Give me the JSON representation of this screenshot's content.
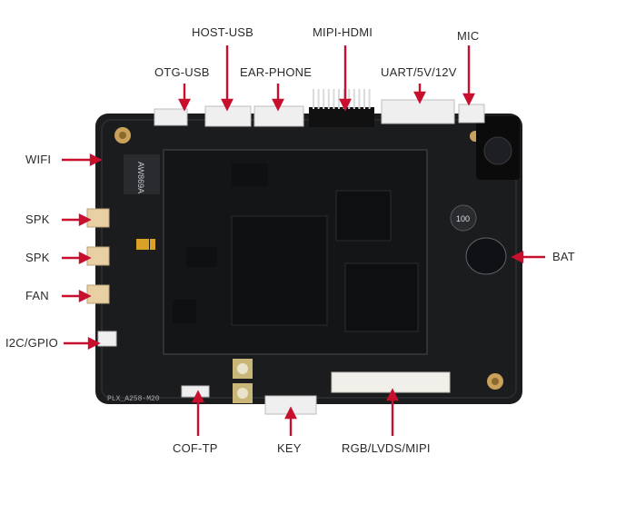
{
  "labels": {
    "host_usb": "HOST-USB",
    "mipi_hdmi": "MIPI-HDMI",
    "mic": "MIC",
    "otg_usb": "OTG-USB",
    "ear_phone": "EAR-PHONE",
    "uart": "UART/5V/12V",
    "wifi": "WIFI",
    "spk_1": "SPK",
    "spk_2": "SPK",
    "fan": "FAN",
    "i2c_gpio": "I2C/GPIO",
    "bat": "BAT",
    "cof_tp": "COF-TP",
    "key": "KEY",
    "rgb_lvds_mipi": "RGB/LVDS/MIPI"
  },
  "board_marking": "PLX_A258-M20",
  "chip_marking": "AW869A",
  "inductor_marking": "100",
  "colors": {
    "arrow": "#c8102e",
    "pcb": "#1b1c1e",
    "label_text": "#2b2b2b"
  }
}
